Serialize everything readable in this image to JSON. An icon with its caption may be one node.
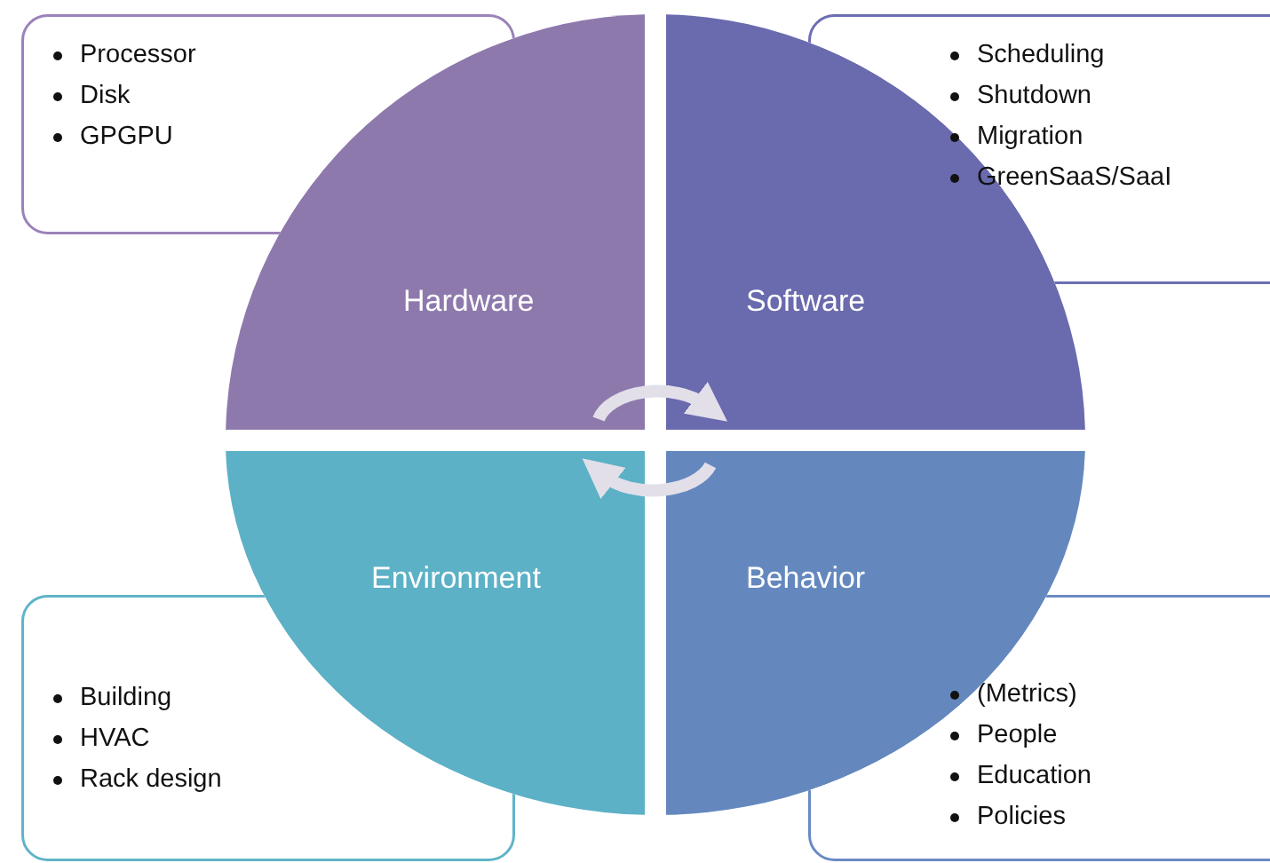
{
  "diagram": {
    "nodes": [
      {
        "text": [
          "Processor",
          "Disk",
          "GPGPU"
        ]
      },
      {
        "text": [
          "Scheduling",
          "Shutdown",
          "Migration",
          "GreenSaaS/SaaI"
        ]
      },
      {
        "text": [
          "Hardware"
        ]
      },
      {
        "text": [
          "Software"
        ]
      },
      {
        "text": [
          "Environment"
        ]
      },
      {
        "text": [
          "Behavior"
        ]
      },
      {
        "text": [
          "Building",
          "HVAC",
          "Rack design"
        ]
      },
      {
        "text": [
          "(Metrics)",
          "People",
          "Education",
          "Policies"
        ]
      }
    ],
    "edges": [
      {
        "from": 2,
        "to": 3,
        "arrow": "to"
      },
      {
        "from": 5,
        "to": 4,
        "arrow": "to"
      }
    ]
  }
}
